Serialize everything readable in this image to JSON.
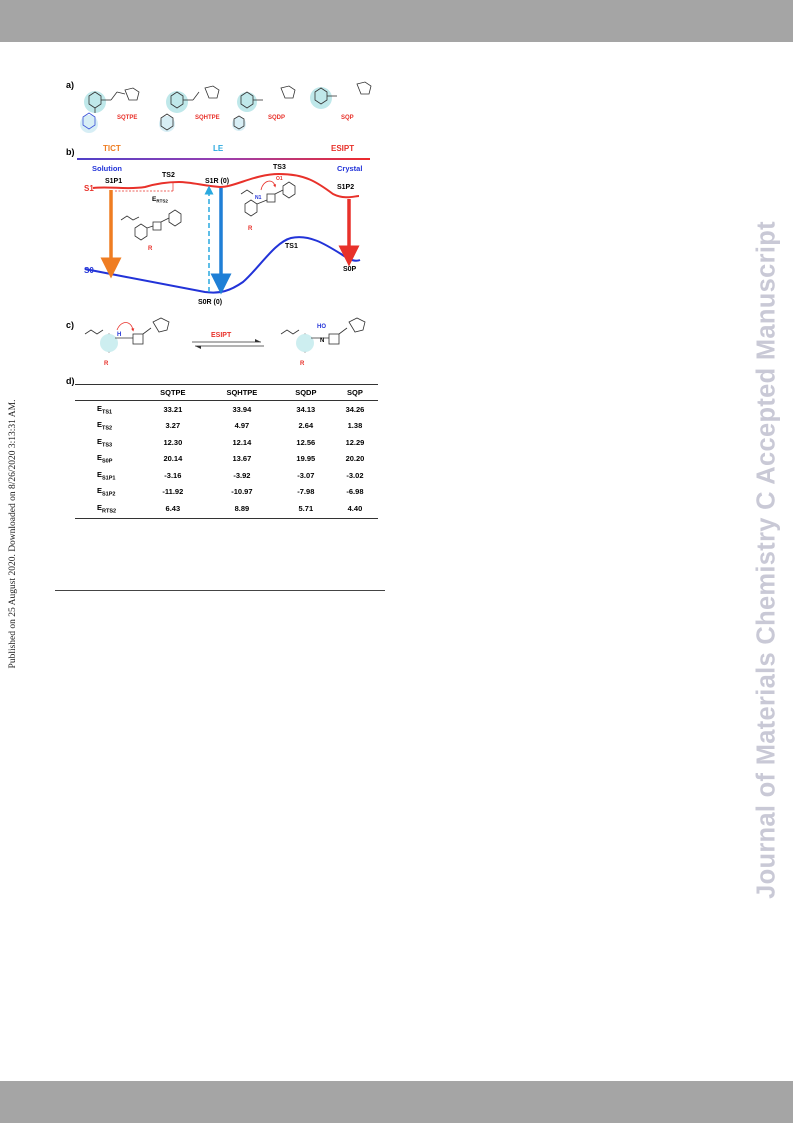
{
  "side_note": "Published on 25 August 2020. Downloaded on 8/26/2020 3:13:31 AM.",
  "watermark": "Journal of Materials Chemistry C Accepted Manuscript",
  "panel_a": {
    "label": "a)",
    "compounds": [
      "SQTPE",
      "SQHTPE",
      "SQDP",
      "SQP"
    ]
  },
  "panel_b": {
    "label": "b)",
    "bar_labels": [
      "TICT",
      "LE",
      "ESIPT"
    ],
    "left_env": "Solution",
    "right_env": "Crystal",
    "states": {
      "s1": "S1",
      "s0": "S0",
      "s1p1": "S1P1",
      "ts2": "TS2",
      "s1r": "S1R (0)",
      "ts3": "TS3",
      "s1p2": "S1P2",
      "ts1": "TS1",
      "s0p": "S0P",
      "s0r": "S0R (0)",
      "erts2": "E",
      "erts2_sub": "RTS2"
    },
    "atom_labels": {
      "n1": "N1",
      "o1": "O1",
      "r": "R"
    }
  },
  "panel_c": {
    "label": "c)",
    "arrow_label": "ESIPT",
    "atoms": {
      "h": "H",
      "ho": "HO",
      "n": "N",
      "r": "R"
    }
  },
  "panel_d": {
    "label": "d)",
    "columns": [
      "SQTPE",
      "SQHTPE",
      "SQDP",
      "SQP"
    ],
    "rows": [
      {
        "sym": "E",
        "sub": "TS1",
        "values": [
          "33.21",
          "33.94",
          "34.13",
          "34.26"
        ]
      },
      {
        "sym": "E",
        "sub": "TS2",
        "values": [
          "3.27",
          "4.97",
          "2.64",
          "1.38"
        ]
      },
      {
        "sym": "E",
        "sub": "TS3",
        "values": [
          "12.30",
          "12.14",
          "12.56",
          "12.29"
        ]
      },
      {
        "sym": "E",
        "sub": "S0P",
        "values": [
          "20.14",
          "13.67",
          "19.95",
          "20.20"
        ]
      },
      {
        "sym": "E",
        "sub": "S1P1",
        "values": [
          "-3.16",
          "-3.92",
          "-3.07",
          "-3.02"
        ]
      },
      {
        "sym": "E",
        "sub": "S1P2",
        "values": [
          "-11.92",
          "-10.97",
          "-7.98",
          "-6.98"
        ]
      },
      {
        "sym": "E",
        "sub": "RTS2",
        "values": [
          "6.43",
          "8.89",
          "5.71",
          "4.40"
        ]
      }
    ]
  },
  "colors": {
    "bar_gray": "#a5a5a5",
    "watermark": "#c9c9d6",
    "red": "#e8312a",
    "blue": "#2233d8",
    "orange": "#ef7d22",
    "cyan": "#2aa9df",
    "teal_glow": "#7fd3d6"
  }
}
